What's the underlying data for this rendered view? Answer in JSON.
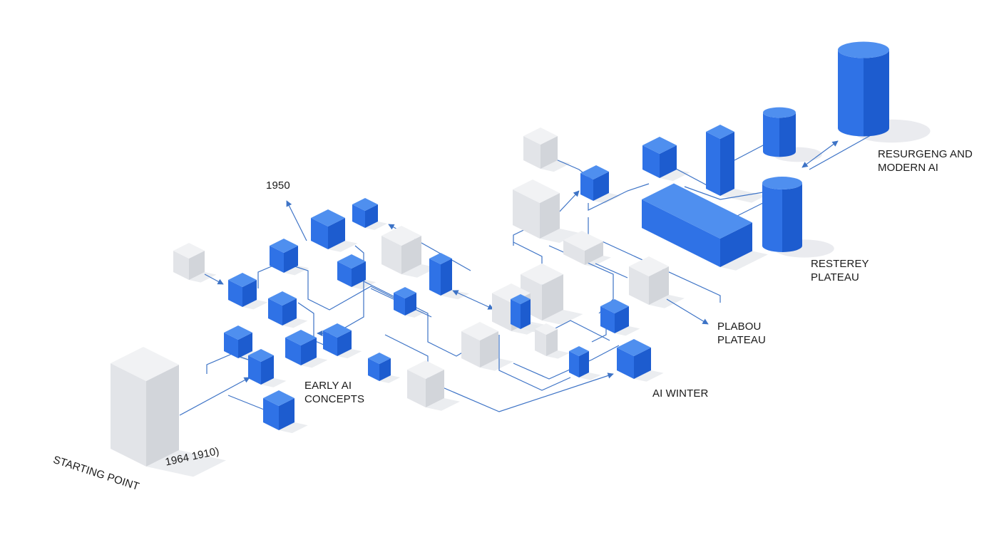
{
  "palette": {
    "blue_top": "#4f8fef",
    "blue_left": "#2f72e6",
    "blue_right": "#1d5ccf",
    "gray_top": "#f1f2f4",
    "gray_left": "#e2e4e8",
    "gray_right": "#d2d5da",
    "connector": "#3d73c6",
    "shadow": "#e6e8ec",
    "text": "#1a1a1a"
  },
  "labels": {
    "starting_point": "STARTING POINT",
    "starting_years": "1964 1910)",
    "year_1950": "1950",
    "early_ai_1": "EARLY AI",
    "early_ai_2": "CONCEPTS",
    "ai_winter": "AI WINTER",
    "plabou_1": "PLABOU",
    "plabou_2": "PLATEAU",
    "resterey_1": "RESTEREY",
    "resterey_2": "PLATEAU",
    "modern_1": "RESURGENG AND",
    "modern_2": "MODERN AI"
  }
}
